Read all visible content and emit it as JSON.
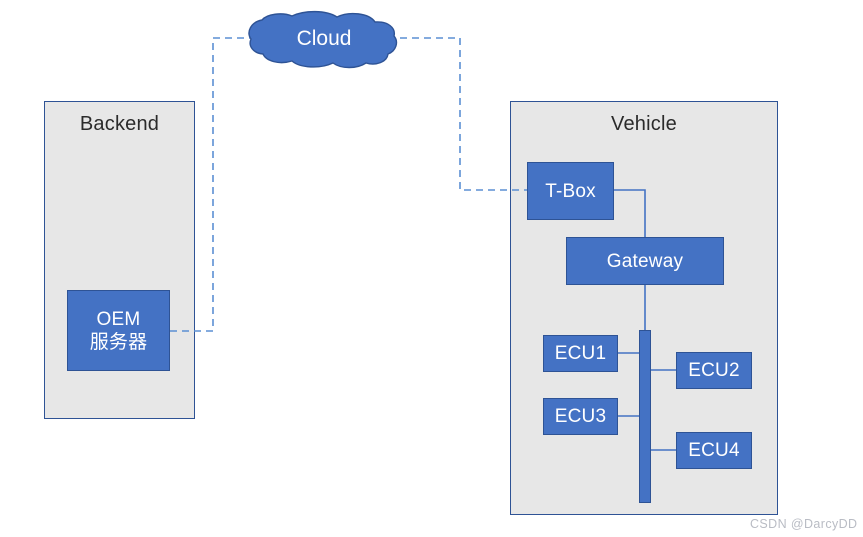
{
  "diagram": {
    "title_backend": "Backend",
    "title_vehicle": "Vehicle",
    "cloud_label": "Cloud",
    "watermark": "CSDN @DarcyDD",
    "colors": {
      "node_fill": "#4472C4",
      "node_stroke": "#2E5395",
      "container_fill": "#E7E7E7",
      "container_stroke": "#2E5395",
      "connector": "#4472C4",
      "dashed_connector": "#5B8FD4",
      "text_dark": "#2b2b2b",
      "text_light": "#ffffff",
      "watermark": "#b9bcc4",
      "background": "#ffffff"
    }
  },
  "backend": {
    "title": "Backend",
    "nodes": [
      {
        "id": "oem-server",
        "line1": "OEM",
        "line2": "服务器"
      }
    ]
  },
  "vehicle": {
    "title": "Vehicle",
    "nodes": [
      {
        "id": "t-box",
        "label": "T-Box"
      },
      {
        "id": "gateway",
        "label": "Gateway"
      },
      {
        "id": "ecu1",
        "label": "ECU1"
      },
      {
        "id": "ecu2",
        "label": "ECU2"
      },
      {
        "id": "ecu3",
        "label": "ECU3"
      },
      {
        "id": "ecu4",
        "label": "ECU4"
      }
    ],
    "bus": {
      "id": "vehicle-bus",
      "label": ""
    }
  },
  "connections": [
    {
      "from": "oem-server",
      "to": "cloud",
      "style": "dashed"
    },
    {
      "from": "cloud",
      "to": "t-box",
      "style": "dashed"
    },
    {
      "from": "t-box",
      "to": "gateway",
      "style": "solid"
    },
    {
      "from": "gateway",
      "to": "vehicle-bus",
      "style": "solid"
    },
    {
      "from": "ecu1",
      "to": "vehicle-bus",
      "style": "solid"
    },
    {
      "from": "ecu2",
      "to": "vehicle-bus",
      "style": "solid"
    },
    {
      "from": "ecu3",
      "to": "vehicle-bus",
      "style": "solid"
    },
    {
      "from": "ecu4",
      "to": "vehicle-bus",
      "style": "solid"
    }
  ]
}
